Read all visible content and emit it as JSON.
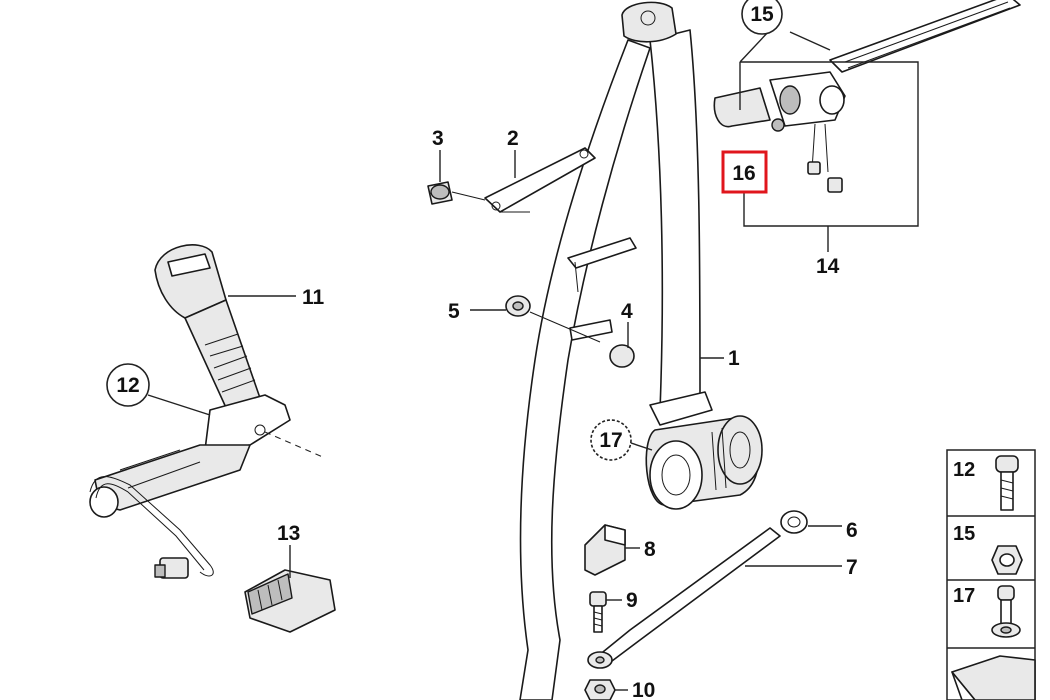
{
  "diagram": {
    "callouts": [
      {
        "id": "c1",
        "text": "1",
        "circled": false,
        "highlighted": false
      },
      {
        "id": "c2",
        "text": "2",
        "circled": false,
        "highlighted": false
      },
      {
        "id": "c3",
        "text": "3",
        "circled": false,
        "highlighted": false
      },
      {
        "id": "c4",
        "text": "4",
        "circled": false,
        "highlighted": false
      },
      {
        "id": "c5",
        "text": "5",
        "circled": false,
        "highlighted": false
      },
      {
        "id": "c6",
        "text": "6",
        "circled": false,
        "highlighted": false
      },
      {
        "id": "c7",
        "text": "7",
        "circled": false,
        "highlighted": false
      },
      {
        "id": "c8",
        "text": "8",
        "circled": false,
        "highlighted": false
      },
      {
        "id": "c9",
        "text": "9",
        "circled": false,
        "highlighted": false
      },
      {
        "id": "c10",
        "text": "10",
        "circled": false,
        "highlighted": false
      },
      {
        "id": "c11",
        "text": "11",
        "circled": false,
        "highlighted": false
      },
      {
        "id": "c12",
        "text": "12",
        "circled": true,
        "highlighted": false
      },
      {
        "id": "c13",
        "text": "13",
        "circled": false,
        "highlighted": false
      },
      {
        "id": "c14",
        "text": "14",
        "circled": false,
        "highlighted": false
      },
      {
        "id": "c15",
        "text": "15",
        "circled": true,
        "highlighted": false
      },
      {
        "id": "c16",
        "text": "16",
        "circled": false,
        "highlighted": true
      },
      {
        "id": "c17",
        "text": "17",
        "circled": true,
        "highlighted": false
      }
    ],
    "legend": [
      {
        "id": "l12",
        "text": "12",
        "part": "bolt"
      },
      {
        "id": "l15",
        "text": "15",
        "part": "nut"
      },
      {
        "id": "l17",
        "text": "17",
        "part": "collar-bolt"
      }
    ],
    "colors": {
      "highlight": "#e0161c",
      "line": "#1a1a1a",
      "background": "#ffffff"
    }
  }
}
